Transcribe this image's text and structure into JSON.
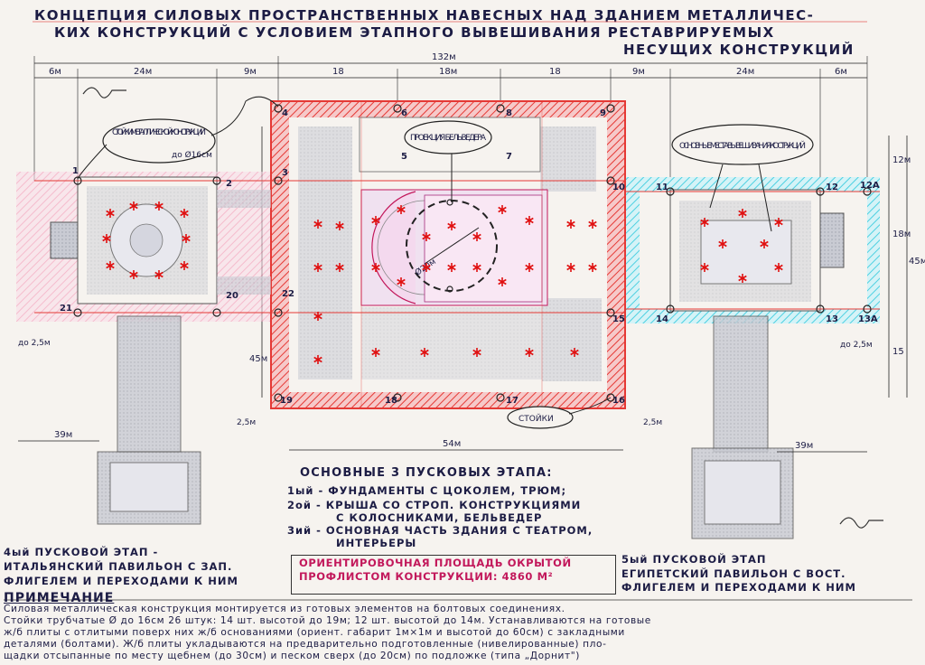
{
  "title": {
    "line1": "КОНЦЕПЦИЯ СИЛОВЫХ ПРОСТРАНСТВЕННЫХ НАВЕСНЫХ НАД ЗДАНИЕМ МЕТАЛЛИЧЕС-",
    "line2": "КИХ КОНСТРУКЦИЙ С УСЛОВИЕМ ЭТАПНОГО ВЫВЕШИВАНИЯ РЕСТАВРИРУЕМЫХ",
    "line3": "НЕСУЩИХ КОНСТРУКЦИЙ"
  },
  "dimensions": {
    "total": "132м",
    "top": [
      "6м",
      "24м",
      "9м",
      "18",
      "18м",
      "18",
      "9м",
      "24м",
      "6м"
    ],
    "right": [
      "12м",
      "18м",
      "45м",
      "15"
    ],
    "left_vertical": "45м",
    "bottom_left": "39м",
    "bottom_center": "54м",
    "bottom_right": "39м",
    "offset_small": "до 2,5м",
    "offset_small_short": "2,5м",
    "circle_diameter": "Ø20м"
  },
  "callouts": {
    "columns": "СТОЙКИ МЕТАЛЛИЧЕСКОЙ КОНСТРУКЦИИ",
    "column_size": "до Ø16см",
    "belvedere": "ПРОЕКЦИЯ БЕЛЬВЕДЕРА",
    "hanging": "ОСНОВНЫЕ МЕСТА ВЫВЕШИВАНИЯ КОСТРУКЦИЙ",
    "columns_short": "СТОЙКИ"
  },
  "column_numbers": [
    "1",
    "2",
    "3",
    "4",
    "5",
    "6",
    "7",
    "8",
    "9",
    "10",
    "11",
    "12",
    "12А",
    "13",
    "13А",
    "14",
    "15",
    "16",
    "17",
    "18",
    "19",
    "20",
    "21",
    "22"
  ],
  "stages": {
    "heading": "ОСНОВНЫЕ 3 ПУСКОВЫХ ЭТАПА:",
    "s1": "1ый - ФУНДАМЕНТЫ С ЦОКОЛЕМ, ТРЮМ;",
    "s2a": "2ой - КРЫША СО СТРОП. КОНСТРУКЦИЯМИ",
    "s2b": "С КОЛОСНИКАМИ, БЕЛЬВЕДЕР",
    "s3a": "3ий - ОСНОВНАЯ ЧАСТЬ ЗДАНИЯ С ТЕАТРОМ,",
    "s3b": "ИНТЕРЬЕРЫ",
    "s4a": "4ый ПУСКОВОЙ ЭТАП -",
    "s4b": "ИТАЛЬЯНСКИЙ ПАВИЛЬОН С ЗАП.",
    "s4c": "ФЛИГЕЛЕМ И ПЕРЕХОДАМИ К НИМ",
    "s5a": "5ый ПУСКОВОЙ ЭТАП",
    "s5b": "ЕГИПЕТСКИЙ ПАВИЛЬОН С ВОСТ.",
    "s5c": "ФЛИГЕЛЕМ И ПЕРЕХОДАМИ К НИМ"
  },
  "area": {
    "line1": "ОРИЕНТИРОВОЧНАЯ ПЛОЩАДЬ ОКРЫТОЙ",
    "line2": "ПРОФЛИСТОМ КОНСТРУКЦИИ: 4860 М²"
  },
  "note": {
    "heading": "ПРИМЕЧАНИЕ",
    "l1": "Силовая металлическая конструкция монтируется из готовых элементов на болтовых соединениях.",
    "l2": "Стойки трубчатые Ø до 16см 26 штук: 14 шт. высотой до 19м; 12 шт. высотой до 14м. Устанавливаются на готовые",
    "l3": "ж/б плиты с отлитыми поверх них ж/б основаниями (ориент. габарит 1м×1м и высотой до 60см) с закладными",
    "l4": "деталями (болтами). Ж/б плиты укладываются на предварительно подготовленные (нивелированные) пло-",
    "l5": "щадки отсыпанные по месту щебнем (до 30см) и песком сверх (до 20см) по подложке (типа „Дорнит\")"
  },
  "colors": {
    "frame_red": "#e53935",
    "frame_pink": "#f48fb1",
    "frame_cyan": "#4dd0e1",
    "star_red": "#e01010",
    "ink": "#1c1c44"
  }
}
